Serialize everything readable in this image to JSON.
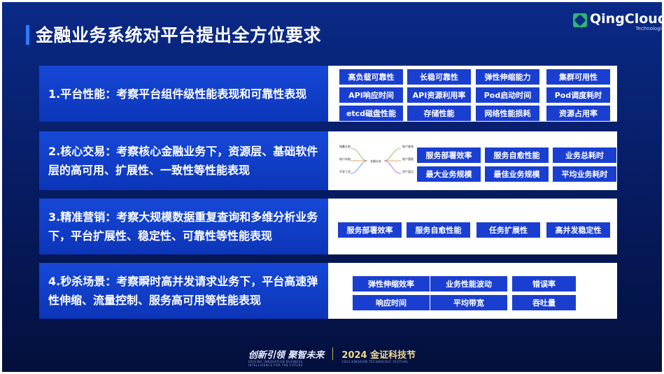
{
  "title": "金融业务系统对平台提出全方位要求",
  "logo": {
    "name": "QingCloud",
    "sub": "Technologies"
  },
  "rows": [
    {
      "label": "1.平台性能：考察平台组件级性能表现和可靠性表现",
      "tags": [
        "高负载可靠性",
        "长稳可靠性",
        "弹性伸缩能力",
        "集群可用性",
        "API响应时间",
        "API资源利用率",
        "Pod启动时间",
        "Pod调度耗时",
        "etcd磁盘性能",
        "存储性能",
        "网络性能损耗",
        "资源占用率"
      ]
    },
    {
      "label": "2.核心交易：考察核心金融业务下，资源层、基础软件层的高可用、扩展性、一致性等性能表现",
      "mindmap": {
        "center": "金融业务",
        "left": [
          "储蓄交易",
          "账户存取",
          "代发工资"
        ],
        "right": [
          "账户查询",
          "账户管理",
          "资产盘点"
        ]
      },
      "tags": [
        "服务部署效率",
        "服务自愈性能",
        "业务总耗时",
        "最大业务规模",
        "最佳业务规模",
        "平均业务耗时"
      ]
    },
    {
      "label": "3.精准营销：考察大规模数据重复查询和多维分析业务下，平台扩展性、稳定性、可靠性等性能表现",
      "tags": [
        "服务部署效率",
        "服务自愈性能",
        "任务扩展性",
        "高并发稳定性"
      ]
    },
    {
      "label": "4.秒杀场景：考察瞬时高并发请求业务下，平台高速弹性伸缩、流量控制、服务高可用等性能表现",
      "tags": [
        "弹性伸缩效率",
        "业务性能波动",
        "错误率",
        "响应时间",
        "平均带宽",
        "吞吐量"
      ]
    }
  ],
  "footer": {
    "slogan": "创新引领 聚智未来",
    "slogan_sub": "DRIVING INNOVATION BUSINESS INTELLIGENCE FOR THE FUTURE",
    "event": "2024 金证科技节",
    "event_sub": "2024 KINGDOM TECHNOLOGY FESTIVAL"
  }
}
